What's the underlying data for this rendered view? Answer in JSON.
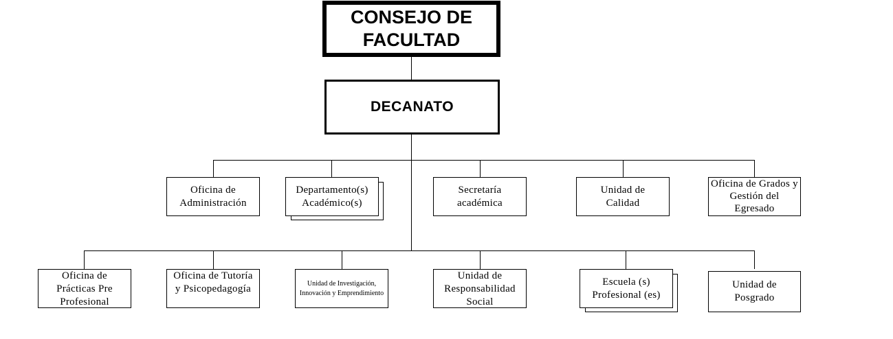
{
  "title": "Organigrama de Facultad",
  "top": {
    "consejo": "CONSEJO DE FACULTAD",
    "decanato": "DECANATO"
  },
  "level1": [
    {
      "label": "Oficina de Administración",
      "stacked": false
    },
    {
      "label": "Departamento(s) Académico(s)",
      "stacked": true
    },
    {
      "label": "Secretaría académica",
      "stacked": false
    },
    {
      "label": "Unidad de Calidad",
      "stacked": false
    },
    {
      "label": "Oficina de Grados y Gestión del Egresado",
      "stacked": false
    }
  ],
  "level2": [
    {
      "label": "Oficina de Prácticas Pre Profesional",
      "stacked": false
    },
    {
      "label": "Oficina de Tutoría y Psicopedagogía",
      "stacked": false
    },
    {
      "label": "Unidad de Investigación, Innovación y Emprendimiento",
      "stacked": false
    },
    {
      "label": "Unidad de Responsabilidad Social",
      "stacked": false
    },
    {
      "label": "Escuela (s) Profesional (es)",
      "stacked": true
    },
    {
      "label": "Unidad de Posgrado",
      "stacked": false
    }
  ]
}
